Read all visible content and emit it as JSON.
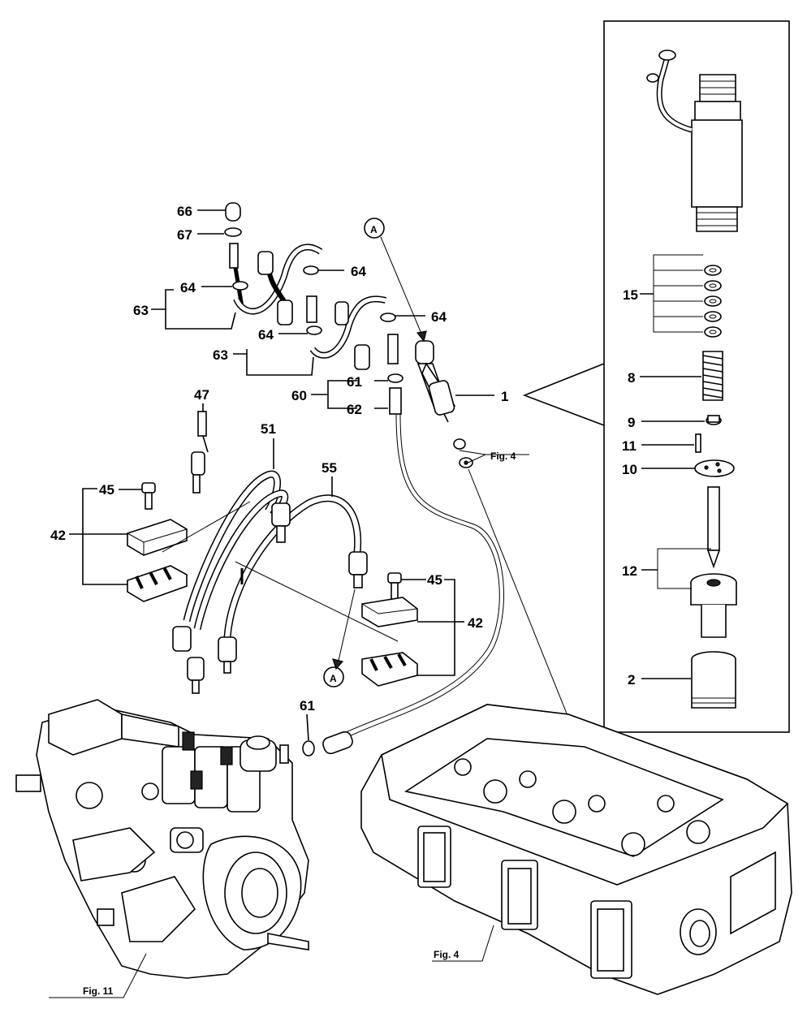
{
  "labels": {
    "l66": "66",
    "l67": "67",
    "l64a": "64",
    "l64b": "64",
    "l64c": "64",
    "l64d": "64",
    "l63a": "63",
    "l63b": "63",
    "l61a": "61",
    "l60": "60",
    "l62": "62",
    "l1": "1",
    "l47": "47",
    "l51": "51",
    "l55": "55",
    "l45a": "45",
    "l42a": "42",
    "l45b": "45",
    "l42b": "42",
    "l61b": "61",
    "l15": "15",
    "l8": "8",
    "l9": "9",
    "l11": "11",
    "l10": "10",
    "l12": "12",
    "l2": "2",
    "circleA1": "A",
    "circleA2": "A"
  },
  "refs": {
    "fig4_top": "Fig. 4",
    "fig4_bottom": "Fig. 4",
    "fig11": "Fig. 11"
  }
}
